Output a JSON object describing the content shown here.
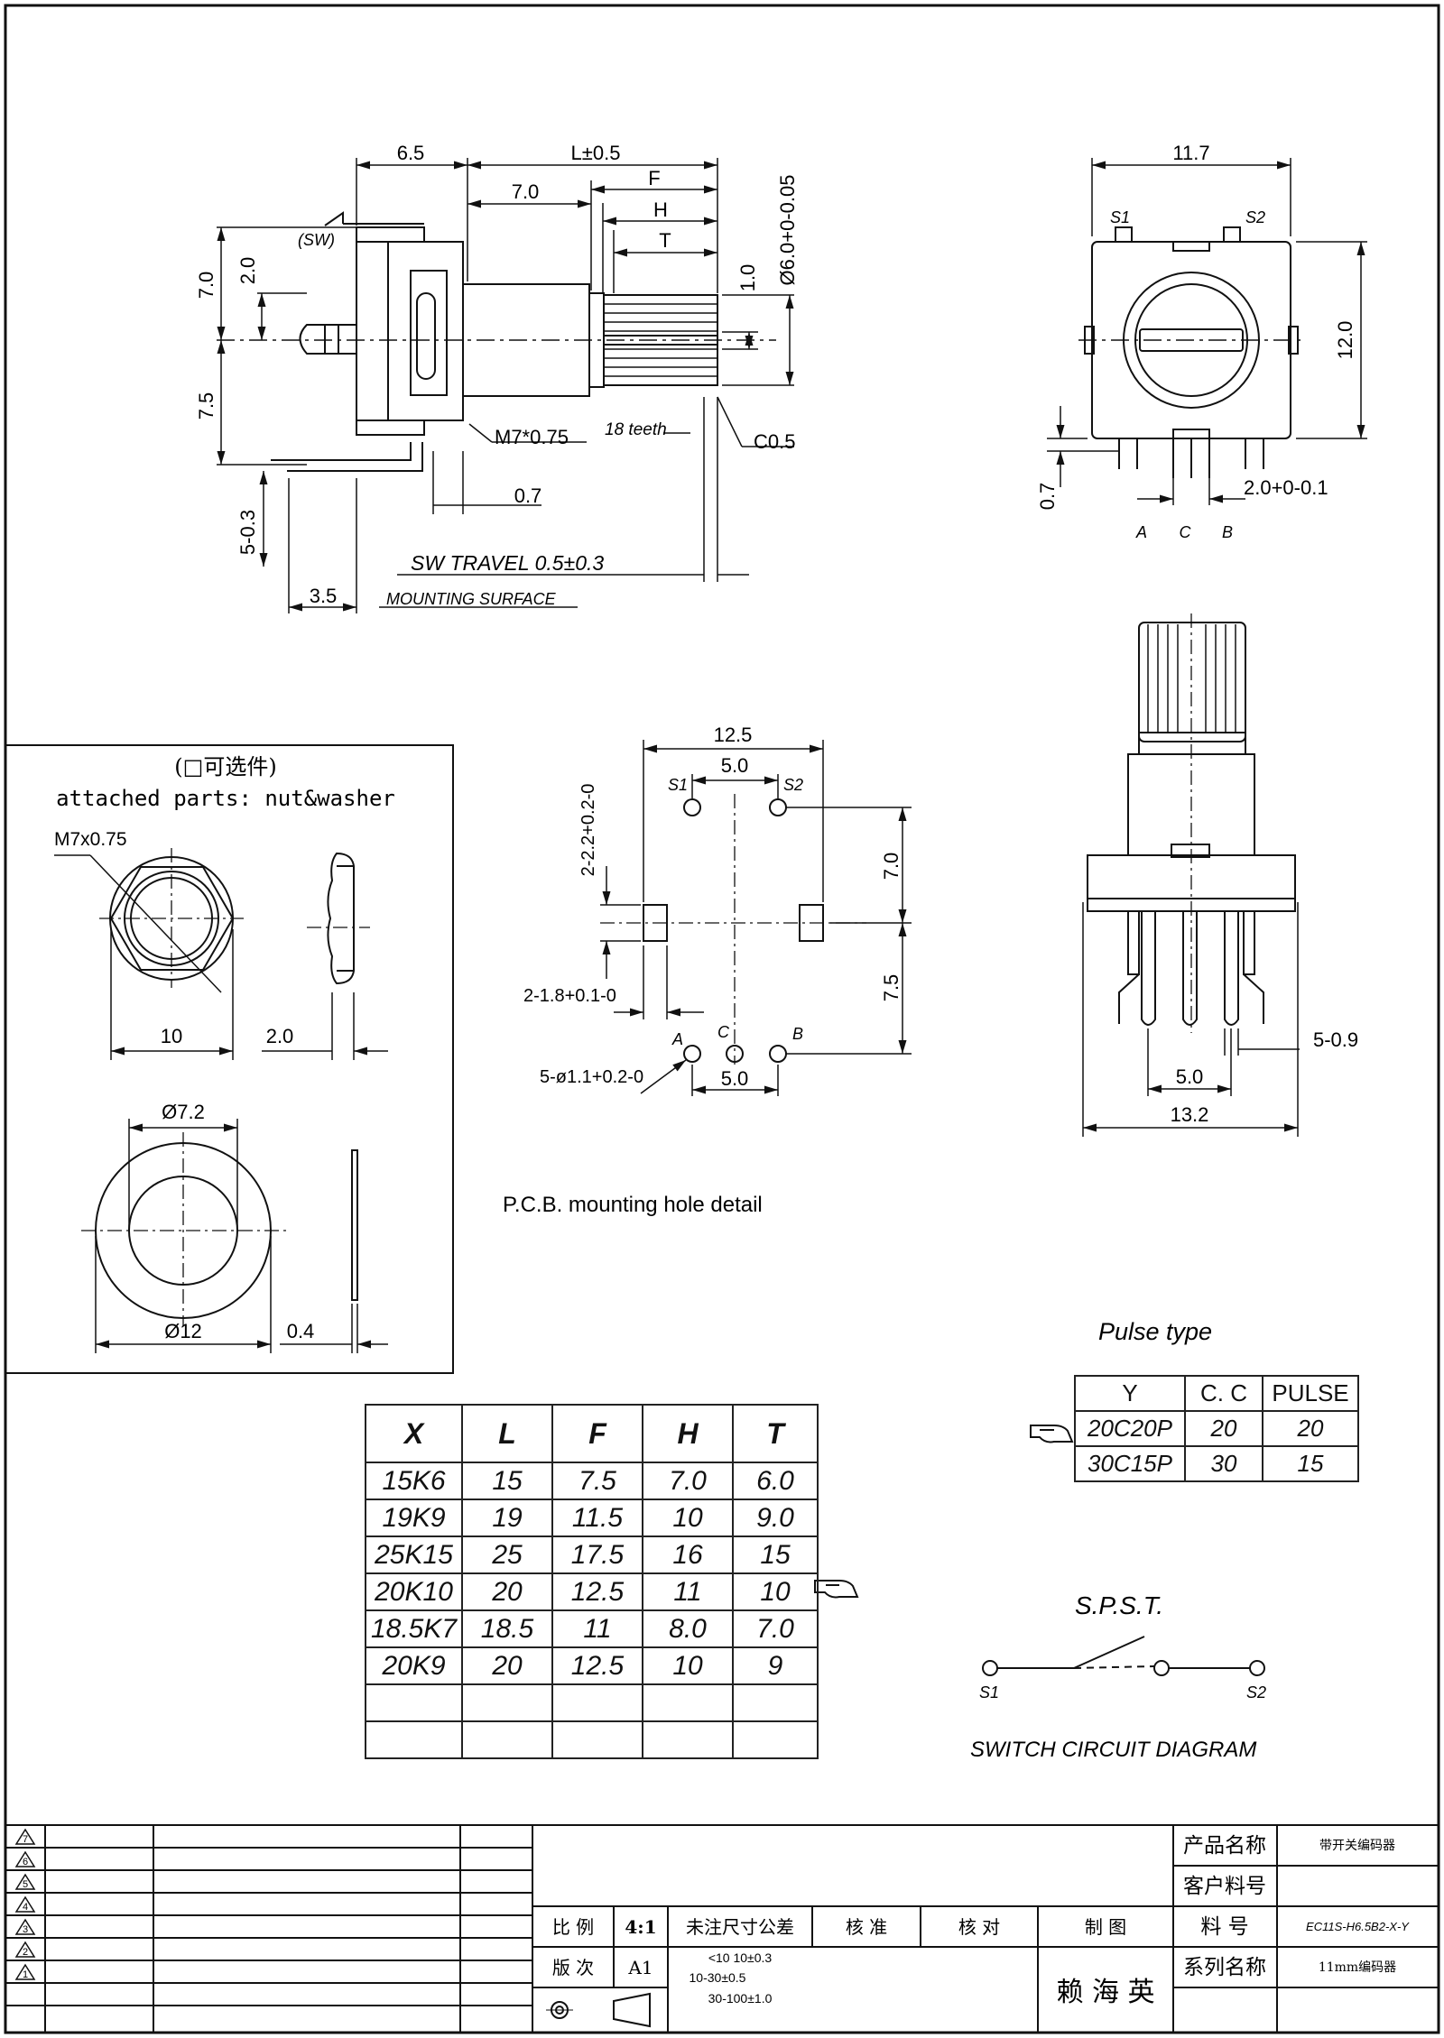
{
  "side_view": {
    "dims": {
      "d6_5": "6.5",
      "l": "L±0.5",
      "f": "F",
      "h": "H",
      "t": "T",
      "d7_0": "7.0",
      "v7_0": "7.0",
      "v2_0": "2.0",
      "v7_5": "7.5",
      "v5_03": "5-0.3",
      "v1_0": "1.0",
      "dia6": "Ø6.0+0-0.05",
      "sw": "(SW)",
      "m7": "M7*0.75",
      "teeth": "18 teeth",
      "c05": "C0.5",
      "d0_7": "0.7",
      "travel": "SW TRAVEL 0.5±0.3",
      "d3_5": "3.5",
      "mount": "MOUNTING SURFACE"
    }
  },
  "front_view": {
    "dims": {
      "w11_7": "11.7",
      "h12_0": "12.0",
      "s1": "S1",
      "s2": "S2",
      "d0_7": "0.7",
      "d2_0": "2.0+0-0.1",
      "a": "A",
      "c": "C",
      "b": "B"
    }
  },
  "attached": {
    "title_cn": "(□可选件)",
    "title_en": "attached parts: nut&washer",
    "m7": "M7x0.75",
    "d10": "10",
    "d2_0": "2.0",
    "d7_2": "Ø7.2",
    "d12": "Ø12",
    "d0_4": "0.4"
  },
  "pcb": {
    "caption": "P.C.B.  mounting hole detail",
    "dims": {
      "d12_5": "12.5",
      "d5_0a": "5.0",
      "s1": "S1",
      "s2": "S2",
      "h2_2": "2-2.2+0.2-0",
      "h7_0": "7.0",
      "h7_5": "7.5",
      "h1_8": "2-1.8+0.1-0",
      "a": "A",
      "c": "C",
      "b": "B",
      "h1_1": "5-ø1.1+0.2-0",
      "d5_0b": "5.0"
    }
  },
  "bottom_view": {
    "dims": {
      "d5_09": "5-0.9",
      "d5_0": "5.0",
      "d13_2": "13.2"
    }
  },
  "dim_table": {
    "headers": [
      "X",
      "L",
      "F",
      "H",
      "T"
    ],
    "rows": [
      [
        "15K6",
        "15",
        "7.5",
        "7.0",
        "6.0"
      ],
      [
        "19K9",
        "19",
        "11.5",
        "10",
        "9.0"
      ],
      [
        "25K15",
        "25",
        "17.5",
        "16",
        "15"
      ],
      [
        "20K10",
        "20",
        "12.5",
        "11",
        "10"
      ],
      [
        "18.5K7",
        "18.5",
        "11",
        "8.0",
        "7.0"
      ],
      [
        "20K9",
        "20",
        "12.5",
        "10",
        "9"
      ],
      [
        "",
        "",
        "",
        "",
        ""
      ],
      [
        "",
        "",
        "",
        "",
        ""
      ]
    ]
  },
  "pulse": {
    "title": "Pulse type",
    "headers": [
      "Y",
      "C. C",
      "PULSE"
    ],
    "rows": [
      [
        "20C20P",
        "20",
        "20"
      ],
      [
        "30C15P",
        "30",
        "15"
      ]
    ]
  },
  "switch": {
    "title": "S.P.S.T.",
    "s1": "S1",
    "s2": "S2",
    "caption": "SWITCH CIRCUIT DIAGRAM"
  },
  "title_block": {
    "revisions": [
      "7",
      "6",
      "5",
      "4",
      "3",
      "2",
      "1"
    ],
    "product_name_label": "产品名称",
    "product_name": "带开关编码器",
    "customer_no_label": "客户料号",
    "scale_label": "比 例",
    "scale": "4:1",
    "tolerance_label": "未注尺寸公差",
    "check_label": "核 准",
    "verify_label": "核 对",
    "draw_label": "制 图",
    "part_no_label": "料 号",
    "part_no": "EC11S-H6.5B2-X-Y",
    "version_label": "版 次",
    "version": "A1",
    "tol1": "<10  10±0.3",
    "tol2": "10-30±0.5",
    "tol3": "30-100±1.0",
    "drafter": "赖 海 英",
    "series_label": "系列名称",
    "series": "11mm编码器"
  }
}
